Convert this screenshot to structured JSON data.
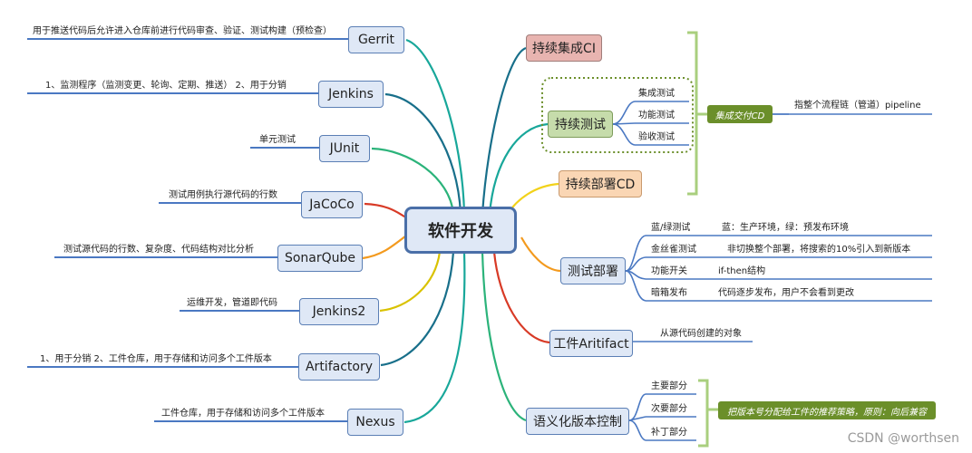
{
  "center": "软件开发",
  "left": [
    {
      "label": "Gerrit",
      "desc": "用于推送代码后允许进入仓库前进行代码审查、验证、测试构建（预检查）"
    },
    {
      "label": "Jenkins",
      "desc": "1、监测程序（监测变更、轮询、定期、推送）    2、用于分销"
    },
    {
      "label": "JUnit",
      "desc": "单元测试"
    },
    {
      "label": "JaCoCo",
      "desc": "测试用例执行源代码的行数"
    },
    {
      "label": "SonarQube",
      "desc": "测试源代码的行数、复杂度、代码结构对比分析"
    },
    {
      "label": "Jenkins2",
      "desc": "运维开发，管道即代码"
    },
    {
      "label": "Artifactory",
      "desc": "1、用于分销    2、工件仓库，用于存储和访问多个工件版本"
    },
    {
      "label": "Nexus",
      "desc": "工件仓库，用于存储和访问多个工件版本"
    }
  ],
  "right": {
    "ci": "持续集成CI",
    "ct": {
      "label": "持续测试",
      "items": [
        "集成测试",
        "功能测试",
        "验收测试"
      ]
    },
    "cd": "持续部署CD",
    "cd_badge": "集成交付CD",
    "cd_badge_desc": "指整个流程链（管道）pipeline",
    "deploy": {
      "label": "测试部署",
      "items": [
        {
          "name": "蓝/绿测试",
          "desc": "蓝：生产环境，绿：预发布环境"
        },
        {
          "name": "金丝雀测试",
          "desc": "非切换整个部署，将搜索的10%引入到新版本"
        },
        {
          "name": "功能开关",
          "desc": "if-then结构"
        },
        {
          "name": "暗箱发布",
          "desc": "代码逐步发布，用户不会看到更改"
        }
      ]
    },
    "artifact": {
      "label": "工件Aritifact",
      "desc": "从源代码创建的对象"
    },
    "semver": {
      "label": "语义化版本控制",
      "items": [
        "主要部分",
        "次要部分",
        "补丁部分"
      ],
      "badge": "把版本号分配给工件的推荐策略，原则：向后兼容"
    }
  },
  "watermark": "CSDN @worthsen",
  "colors": {
    "node_fill": "#dfe8f6",
    "center_fill": "#dfe8f6",
    "ci_fill": "#e8b4b0",
    "ct_fill": "#c6dcab",
    "cd_fill": "#fad6b4",
    "badge_green": "#6b8f2a",
    "underline_blue": "#4a78c2"
  }
}
